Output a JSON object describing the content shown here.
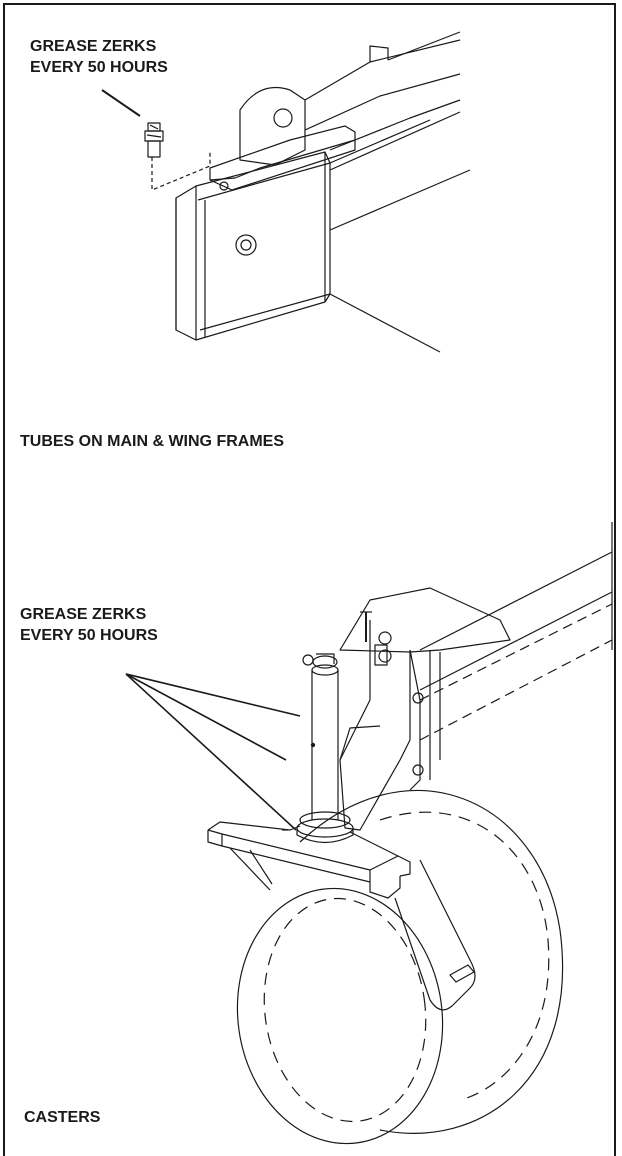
{
  "figures": {
    "tubes": {
      "zerk_label_line1": "GREASE ZERKS",
      "zerk_label_line2": "EVERY 50 HOURS",
      "caption": "TUBES ON MAIN & WING FRAMES"
    },
    "casters": {
      "zerk_label_line1": "GREASE ZERKS",
      "zerk_label_line2": "EVERY 50 HOURS",
      "caption": "CASTERS"
    }
  },
  "colors": {
    "ink": "#1a1a1a",
    "paper": "#ffffff"
  }
}
